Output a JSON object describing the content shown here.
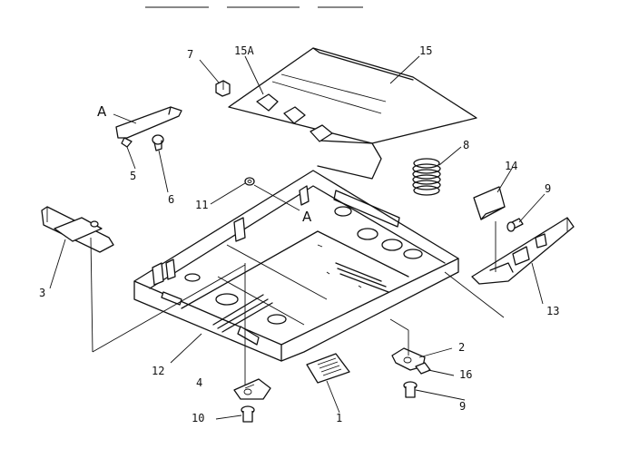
{
  "labels": {
    "p1": "1",
    "p2": "2",
    "p3": "3",
    "p4": "4",
    "p5": "5",
    "p6": "6",
    "p7": "7",
    "p8": "8",
    "p9a": "9",
    "p9b": "9",
    "p10": "10",
    "p11": "11",
    "p12": "12",
    "p13": "13",
    "p14": "14",
    "p15": "15",
    "p15a": "15A",
    "p16": "16",
    "refA1": "A",
    "refA2": "A"
  }
}
